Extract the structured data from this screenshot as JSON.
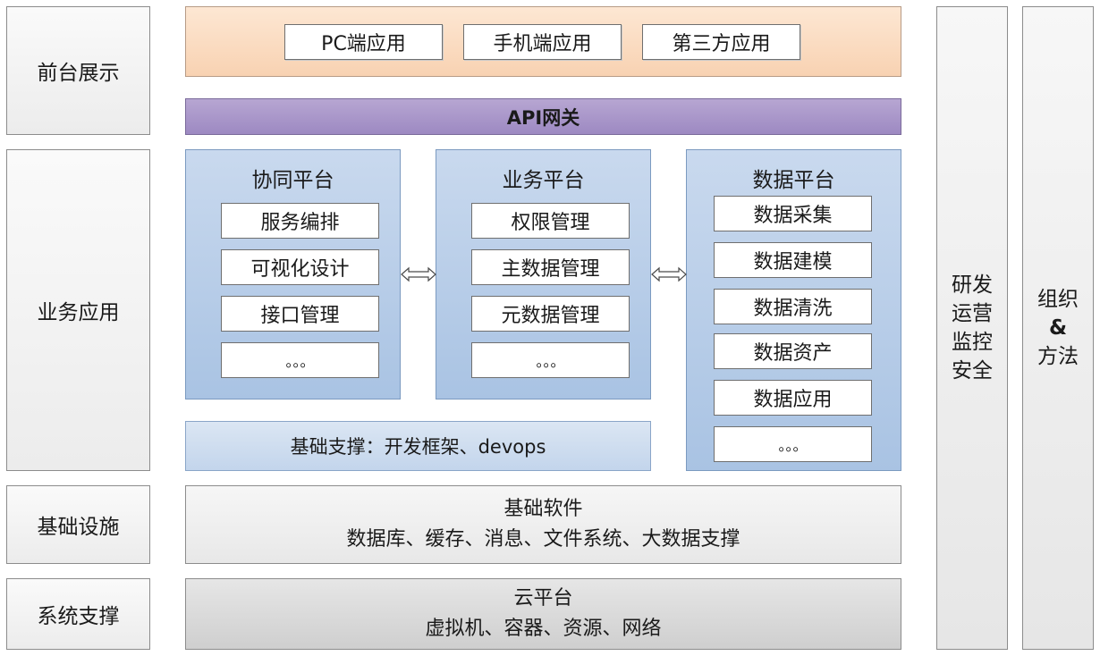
{
  "left_labels": [
    "前台展示",
    "业务应用",
    "基础设施",
    "系统支撑"
  ],
  "frontend": {
    "buttons": [
      "PC端应用",
      "手机端应用",
      "第三方应用"
    ]
  },
  "api_gateway": "API网关",
  "platforms": [
    {
      "title": "协同平台",
      "items": [
        "服务编排",
        "可视化设计",
        "接口管理",
        "。。。"
      ]
    },
    {
      "title": "业务平台",
      "items": [
        "权限管理",
        "主数据管理",
        "元数据管理",
        "。。。"
      ]
    },
    {
      "title": "数据平台",
      "items": [
        "数据采集",
        "数据建模",
        "数据清洗",
        "数据资产",
        "数据应用",
        "。。。"
      ]
    }
  ],
  "foundation": "基础支撑：开发框架、devops",
  "infrastructure": {
    "title": "基础软件",
    "subtitle": "数据库、缓存、消息、文件系统、大数据支撑"
  },
  "system_support": {
    "title": "云平台",
    "subtitle": "虚拟机、容器、资源、网络"
  },
  "right_columns": [
    {
      "lines": [
        "研发",
        "运营",
        "监控",
        "安全"
      ]
    },
    {
      "lines": [
        "组织",
        "&",
        "方法"
      ]
    }
  ]
}
